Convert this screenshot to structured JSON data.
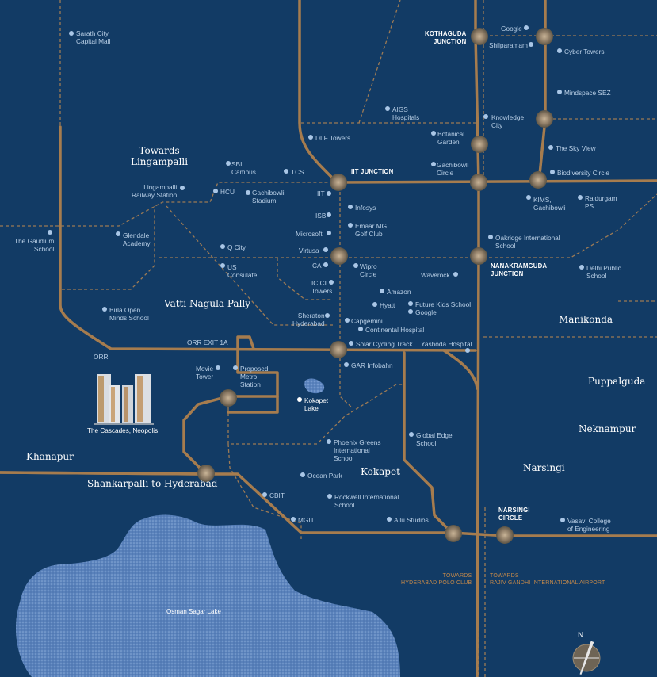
{
  "colors": {
    "background": "#123b65",
    "road": "#a67c4e",
    "dashed_road": "#9c7a55",
    "poi_dot": "#a9c6e6",
    "label": "#b9cfe6",
    "junction_marker": "#8d7b65",
    "toward_label": "#c4894a",
    "lake": "#5e86c0"
  },
  "areas": {
    "towards_lingampalli": "Towards\nLingampalli",
    "vatti_nagula_pally": "Vatti Nagula Pally",
    "manikonda": "Manikonda",
    "puppalguda": "Puppalguda",
    "neknampur": "Neknampur",
    "narsingi": "Narsingi",
    "khanapur": "Khanapur",
    "shankarpalli": "Shankarpalli to Hyderabad",
    "kokapet": "Kokapet"
  },
  "junctions": {
    "kothaguda": "KOTHAGUDA\nJUNCTION",
    "iit": "IIT JUNCTION",
    "nanakramguda": "NANAKRAMGUDA\nJUNCTION",
    "narsingi_circle": "NARSINGI\nCIRCLE"
  },
  "road_labels": {
    "orr_exit": "ORR EXIT 1A",
    "orr": "ORR"
  },
  "towards": {
    "polo": "TOWARDS\nHYDERABAD POLO CLUB",
    "airport": "TOWARDS\nRAJIV GANDHI INTERNATIONAL AIRPORT"
  },
  "pois": {
    "sarath_city": "Sarath City\nCapital Mall",
    "google_top": "Google",
    "shilparamam": "Shilparamam",
    "cyber_towers": "Cyber Towers",
    "mindspace": "Mindspace SEZ",
    "aigs": "AIGS\nHospitals",
    "knowledge_city": "Knowledge\nCity",
    "dlf": "DLF Towers",
    "botanical": "Botanical\nGarden",
    "sky_view": "The Sky View",
    "sbi": "SBI\nCampus",
    "tcs": "TCS",
    "gachibowli_circle": "Gachibowli\nCircle",
    "biodiversity": "Biodiversity Circle",
    "lingampalli_rs": "Lingampalli\nRailway Station",
    "hcu": "HCU",
    "gachibowli_stadium": "Gachibowli\nStadium",
    "iit": "IIT",
    "kims": "KIMS,\nGachibowli",
    "raidurgam": "Raidurgam\nPS",
    "isb": "ISB",
    "infosys": "Infosys",
    "gaudium": "The Gaudium\nSchool",
    "glendale": "Glendale\nAcademy",
    "microsoft": "Microsoft",
    "emaar": "Emaar MG\nGolf Club",
    "oakridge": "Oakridge International\nSchool",
    "q_city": "Q City",
    "virtusa": "Virtusa",
    "us_consulate": "US\nConsulate",
    "ca": "CA",
    "wipro": "Wipro\nCircle",
    "waverock": "Waverock",
    "delhi_public": "Delhi Public\nSchool",
    "icici": "ICICI\nTowers",
    "amazon": "Amazon",
    "hyatt": "Hyatt",
    "future_kids": "Future Kids School",
    "birla": "Birla Open\nMinds School",
    "sheraton": "Sheraton\nHyderabad",
    "google_mid": "Google",
    "capgemini": "Capgemini",
    "continental": "Continental Hospital",
    "solar": "Solar Cycling Track",
    "yashoda": "Yashoda Hospital",
    "movie_tower": "Movie\nTower",
    "metro": "Proposed\nMetro\nStation",
    "gar": "GAR Infobahn",
    "kokapet_lake": "Kokapet\nLake",
    "phoenix": "Phoenix Greens\nInternational\nSchool",
    "global_edge": "Global Edge\nSchool",
    "ocean_park": "Ocean Park",
    "cbit": "CBIT",
    "rockwell": "Rockwell International\nSchool",
    "mgit": "MGIT",
    "allu": "Allu Studios",
    "vasavi": "Vasavi College\nof Engineering"
  },
  "landmarks": {
    "cascades": "The Cascades, Neopolis",
    "osman_sagar": "Osman Sagar Lake"
  },
  "compass": {
    "north": "N"
  }
}
